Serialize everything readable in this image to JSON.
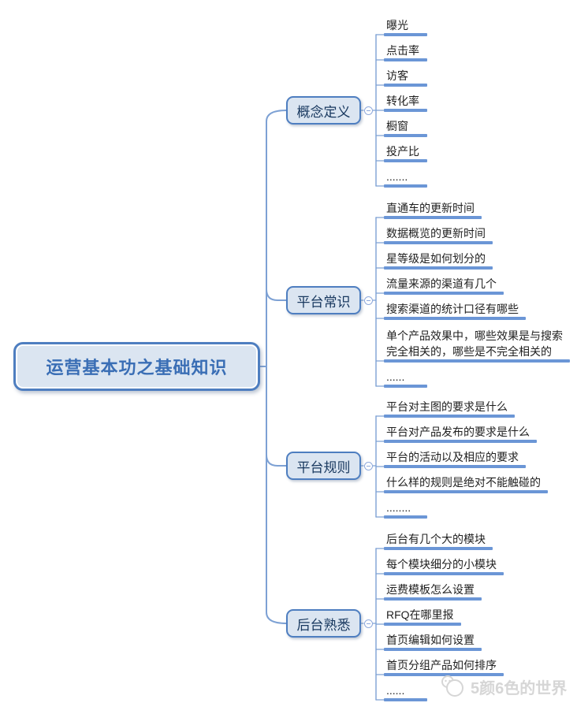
{
  "root": {
    "label": "运营基本功之基础知识"
  },
  "branches": [
    {
      "label": "概念定义",
      "leaves": [
        "曝光",
        "点击率",
        "访客",
        "转化率",
        "橱窗",
        "投产比",
        "......."
      ]
    },
    {
      "label": "平台常识",
      "leaves": [
        "直通车的更新时间",
        "数据概览的更新时间",
        "星等级是如何划分的",
        "流量来源的渠道有几个",
        "搜索渠道的统计口径有哪些",
        "单个产品效果中，哪些效果是与搜索\n完全相关的，哪些是不完全相关的",
        "......"
      ]
    },
    {
      "label": "平台规则",
      "leaves": [
        "平台对主图的要求是什么",
        "平台对产品发布的要求是什么",
        "平台的活动以及相应的要求",
        "什么样的规则是绝对不能触碰的",
        "........"
      ]
    },
    {
      "label": "后台熟悉",
      "leaves": [
        "后台有几个大的模块",
        "每个模块细分的小模块",
        "运费模板怎么设置",
        "RFQ在哪里报",
        "首页编辑如何设置",
        "首页分组产品如何排序",
        "......"
      ]
    }
  ],
  "watermark": {
    "text": "5颜6色的世界"
  },
  "icons": {
    "collapse": "minus-circle",
    "watermark_logo": "two-circles-face"
  },
  "colors": {
    "accent_border": "#4e7ec0",
    "node_fill": "#dbe5f1",
    "line": "#7da1d4",
    "underline": "#6b96d6",
    "branch_text": "#17375e",
    "root_text": "#3a6eb5",
    "leaf_text": "#1f1f1f",
    "collapse_stroke": "#8faadc",
    "watermark_gray": "#d6d6d6"
  }
}
